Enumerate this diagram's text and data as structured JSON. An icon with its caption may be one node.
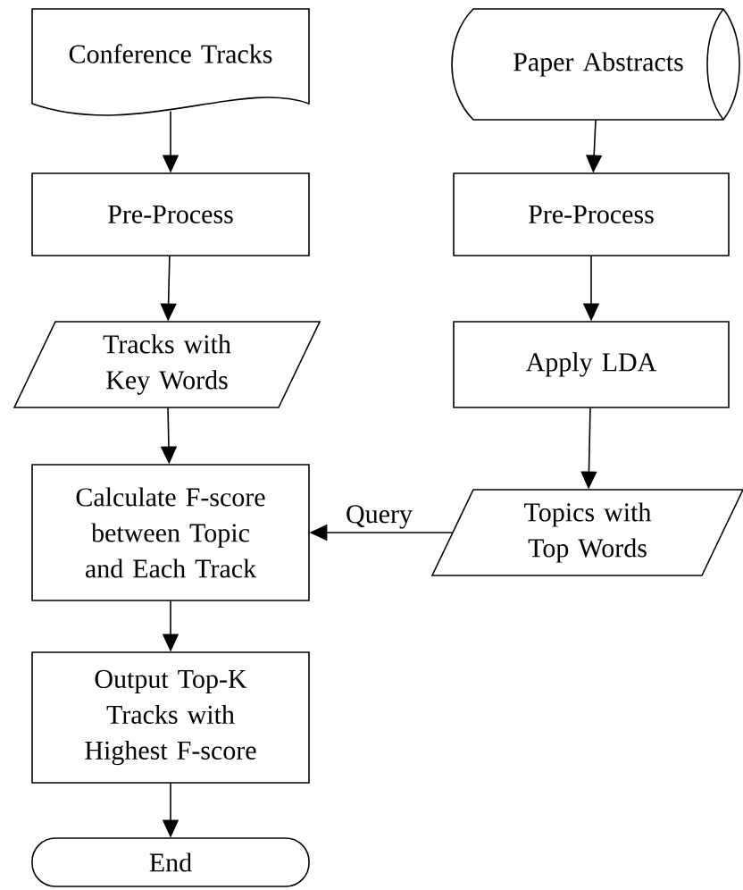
{
  "diagram": {
    "nodes": [
      {
        "text": [
          "Conference Tracks"
        ]
      },
      {
        "text": [
          "Pre-Process"
        ]
      },
      {
        "text": [
          "Tracks with Key Words"
        ]
      },
      {
        "text": [
          "Paper Abstracts"
        ]
      },
      {
        "text": [
          "Pre-Process"
        ]
      },
      {
        "text": [
          "Apply LDA"
        ]
      },
      {
        "text": [
          "Calculate F-score between Topic and Each Track"
        ]
      },
      {
        "text": [
          "Topics with Top Words"
        ]
      },
      {
        "text": [
          "Output Top-K Tracks with Highest F-score"
        ]
      },
      {
        "text": [
          "End"
        ]
      }
    ],
    "edges": [
      {
        "from": 0,
        "to": 1,
        "arrow": "to"
      },
      {
        "from": 1,
        "to": 2,
        "arrow": "to"
      },
      {
        "from": 2,
        "to": 6,
        "arrow": "to"
      },
      {
        "from": 3,
        "to": 4,
        "arrow": "to"
      },
      {
        "from": 4,
        "to": 5,
        "arrow": "to"
      },
      {
        "from": 5,
        "to": 7,
        "arrow": "to"
      },
      {
        "from": 7,
        "to": 6,
        "arrow": "to",
        "label": "Query"
      },
      {
        "from": 6,
        "to": 8,
        "arrow": "to"
      },
      {
        "from": 8,
        "to": 9,
        "arrow": "to"
      }
    ]
  }
}
